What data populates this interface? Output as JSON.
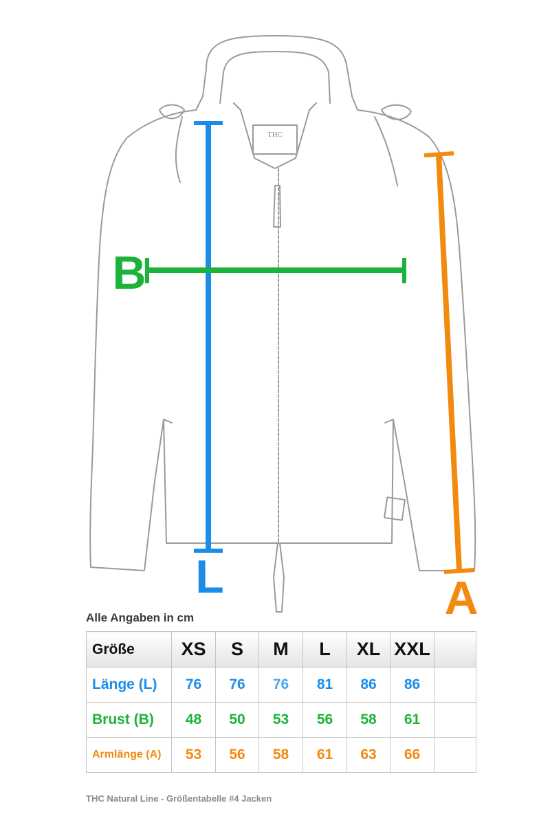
{
  "colors": {
    "length": "#1b8de9",
    "chest": "#1db33b",
    "arm": "#f38a10",
    "sketch": "#9a9a9a"
  },
  "illustration": {
    "label_text": "THC",
    "markers": {
      "length": "L",
      "chest": "B",
      "arm": "A"
    }
  },
  "unit_note": "Alle Angaben in cm",
  "table": {
    "header_label": "Größe",
    "sizes": [
      "XS",
      "S",
      "M",
      "L",
      "XL",
      "XXL"
    ],
    "rows": [
      {
        "label": "Länge (L)",
        "color_key": "length",
        "values": [
          "76",
          "76",
          "76",
          "81",
          "86",
          "86"
        ]
      },
      {
        "label": "Brust (B)",
        "color_key": "chest",
        "values": [
          "48",
          "50",
          "53",
          "56",
          "58",
          "61"
        ]
      },
      {
        "label": "Armlänge (A)",
        "color_key": "arm",
        "values": [
          "53",
          "56",
          "58",
          "61",
          "63",
          "66"
        ]
      }
    ]
  },
  "footer": "THC Natural Line - Größentabelle #4 Jacken"
}
